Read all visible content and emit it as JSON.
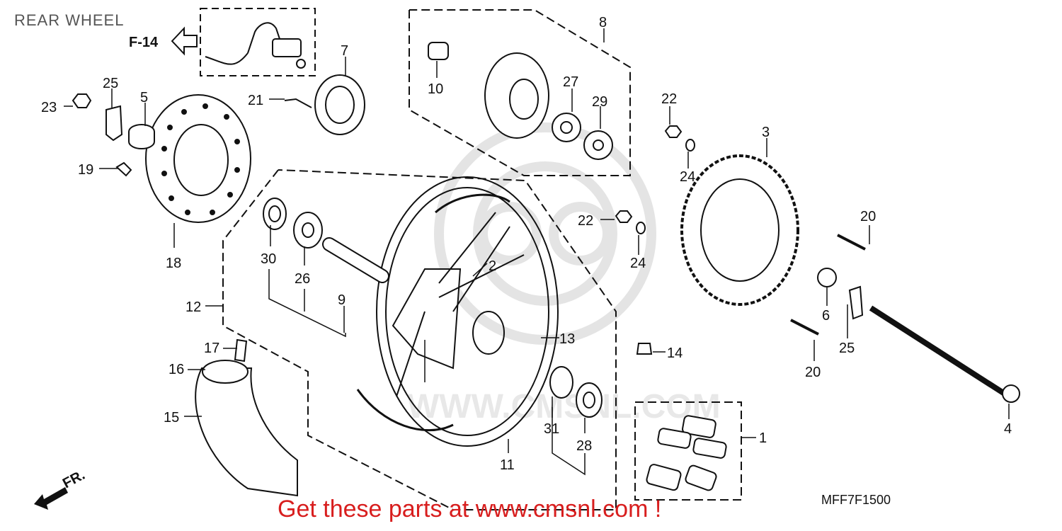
{
  "title": "REAR WHEEL",
  "ref_arrow": "F-14",
  "front_label": "FR.",
  "diagram_code": "MFF7F1500",
  "footer": "Get these parts at www.cmsnl.com !",
  "watermark": "CMS · www.cmsnl.com",
  "callouts": {
    "c1": "1",
    "c2": "2",
    "c3": "3",
    "c4": "4",
    "c5": "5",
    "c6": "6",
    "c7": "7",
    "c8": "8",
    "c9": "9",
    "c10": "10",
    "c11": "11",
    "c12": "12",
    "c13": "13",
    "c14": "14",
    "c15": "15",
    "c16": "16",
    "c17": "17",
    "c18": "18",
    "c19": "19",
    "c20a": "20",
    "c20b": "20",
    "c21": "21",
    "c22a": "22",
    "c22b": "22",
    "c23": "23",
    "c24a": "24",
    "c24b": "24",
    "c25a": "25",
    "c25b": "25",
    "c26": "26",
    "c27": "27",
    "c28": "28",
    "c29": "29",
    "c30": "30",
    "c31": "31"
  },
  "colors": {
    "ink": "#111111",
    "footer": "#d81e1e",
    "watermark": "#e6e6e6"
  }
}
